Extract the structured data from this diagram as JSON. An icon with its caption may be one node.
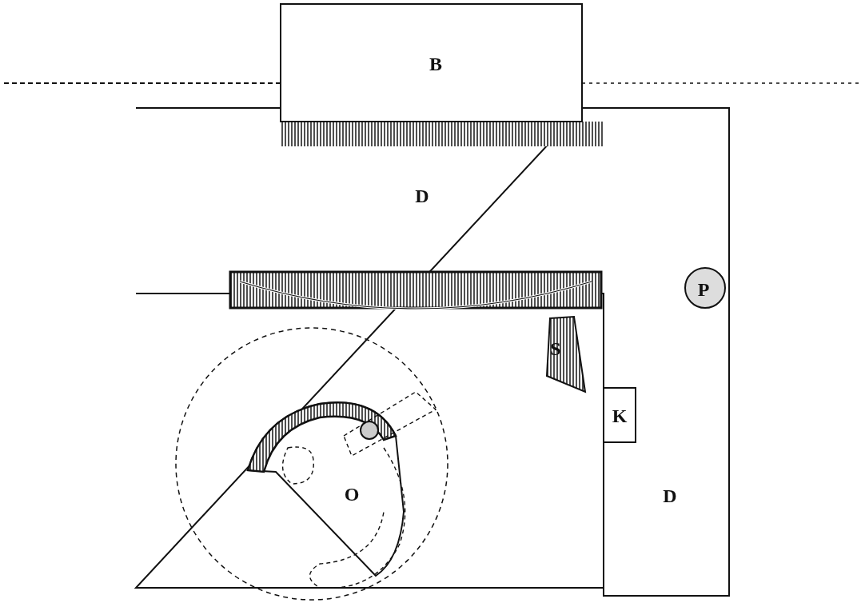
{
  "diagram": {
    "labels": [
      "B",
      "D",
      "P",
      "S",
      "K",
      "O",
      "D"
    ]
  }
}
